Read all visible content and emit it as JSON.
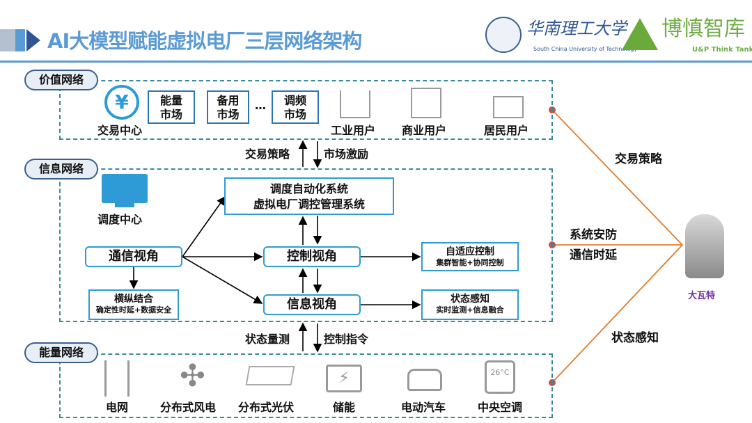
{
  "header": {
    "title": "AI大模型赋能虚拟电厂三层网络架构",
    "logo_school": "华南理工大学",
    "logo_school_en": "South China University of Technology",
    "logo_tank": "博慎智库",
    "logo_tank_en": "U&P Think Tank"
  },
  "value_network": {
    "label": "价值网络",
    "trade_center": "交易中心",
    "markets": [
      "能量\n市场",
      "备用\n市场",
      "调频\n市场"
    ],
    "ellipsis": "…",
    "users": [
      "工业用户",
      "商业用户",
      "居民用户"
    ]
  },
  "between_top": {
    "up": "交易策略",
    "down": "市场激励"
  },
  "info_network": {
    "label": "信息网络",
    "dispatch_center": "调度中心",
    "system_line1": "调度自动化系统",
    "system_line2": "虚拟电厂调控管理系统",
    "comm_view": "通信视角",
    "control_view": "控制视角",
    "info_view": "信息视角",
    "adaptive": {
      "title": "自适应控制",
      "sub": "集群智能+协同控制"
    },
    "combine": {
      "title": "横纵结合",
      "sub": "确定性时延+数据安全"
    },
    "sensing": {
      "title": "状态感知",
      "sub": "实时监测+信息融合"
    }
  },
  "between_bottom": {
    "up": "状态量测",
    "down": "控制指令"
  },
  "energy_network": {
    "label": "能量网络",
    "items": [
      "电网",
      "分布式风电",
      "分布式光伏",
      "储能",
      "电动汽车",
      "中央空调"
    ],
    "thermostat_value": "26°C"
  },
  "right": {
    "link_top": "交易策略",
    "link_mid1": "系统安防",
    "link_mid2": "通信时延",
    "link_bottom": "状态感知",
    "ai_name": "大瓦特"
  },
  "colors": {
    "accent": "#5b9bd5",
    "dashed": "#3b8a9a",
    "link": "#e07b28",
    "ai_name": "#7030a0"
  }
}
